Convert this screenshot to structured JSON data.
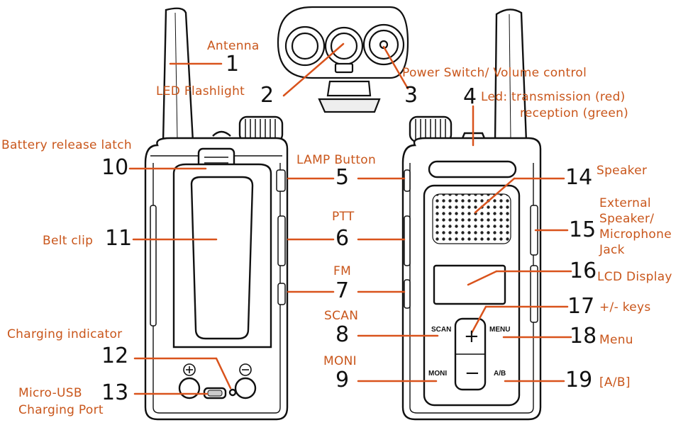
{
  "callouts": [
    {
      "num": "1",
      "label": "Antenna"
    },
    {
      "num": "2",
      "label": "LED Flashlight"
    },
    {
      "num": "3",
      "label": "Power Switch/ Volume control"
    },
    {
      "num": "4",
      "label_lines": [
        "Led: transmission (red)",
        "reception (green)"
      ]
    },
    {
      "num": "5",
      "label": "LAMP Button"
    },
    {
      "num": "6",
      "label": "PTT"
    },
    {
      "num": "7",
      "label": "FM"
    },
    {
      "num": "8",
      "label": "SCAN"
    },
    {
      "num": "9",
      "label": "MONI"
    },
    {
      "num": "10",
      "label": "Battery release latch"
    },
    {
      "num": "11",
      "label": "Belt clip"
    },
    {
      "num": "12",
      "label": "Charging indicator"
    },
    {
      "num": "13",
      "label_lines": [
        "Micro-USB",
        "Charging Port"
      ]
    },
    {
      "num": "14",
      "label": "Speaker"
    },
    {
      "num": "15",
      "label_lines": [
        "External",
        "Speaker/",
        "Microphone",
        "Jack"
      ]
    },
    {
      "num": "16",
      "label": "LCD Display"
    },
    {
      "num": "17",
      "label": "+/- keys"
    },
    {
      "num": "18",
      "label": "Menu"
    },
    {
      "num": "19",
      "label": "[A/B]"
    }
  ],
  "device_keys": {
    "scan": "SCAN",
    "moni": "MONI",
    "menu": "MENU",
    "ab": "A/B",
    "plus": "+",
    "minus": "−"
  },
  "colors": {
    "label": "#c9561b",
    "number": "#111111",
    "line": "#d9531c",
    "outline": "#111111"
  }
}
